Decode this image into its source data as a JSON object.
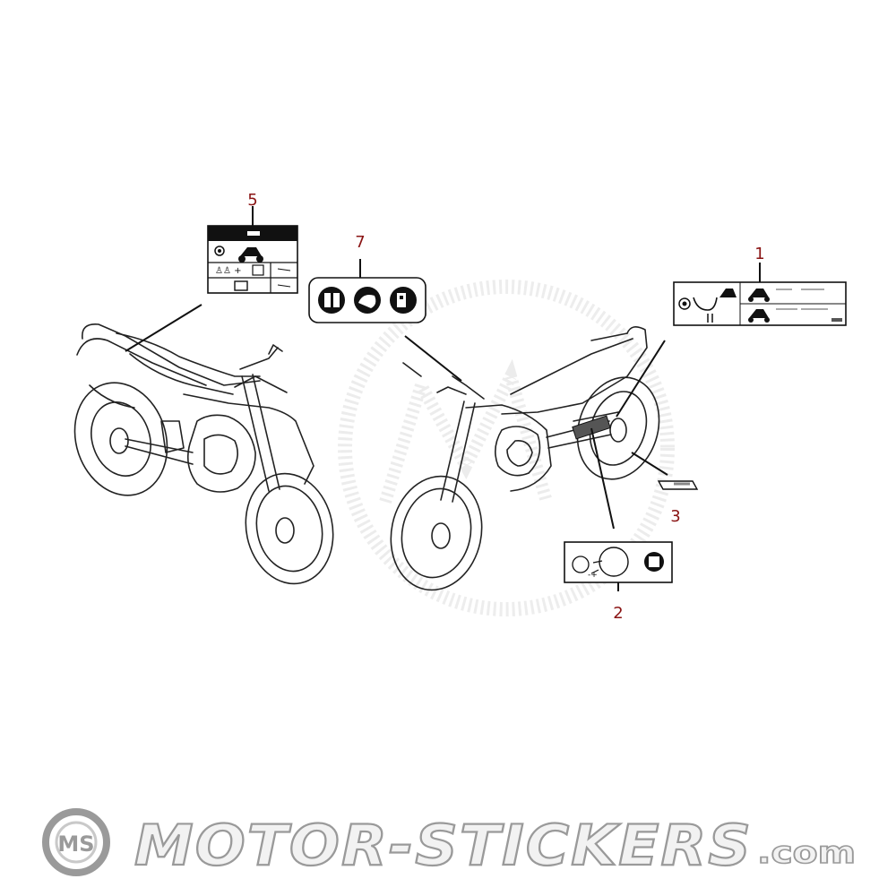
{
  "diagram": {
    "callouts": [
      {
        "id": "1",
        "label": "1"
      },
      {
        "id": "2",
        "label": "2"
      },
      {
        "id": "3",
        "label": "3"
      },
      {
        "id": "5",
        "label": "5"
      },
      {
        "id": "7",
        "label": "7"
      }
    ]
  },
  "watermark": {
    "brand_main": "MOTOR-STICKERS",
    "brand_suffix": ".com",
    "logo_initials": "MS"
  },
  "colors": {
    "callout_text": "#8a1414",
    "line_art": "#222222",
    "watermark_outline": "#9a9a9a"
  }
}
